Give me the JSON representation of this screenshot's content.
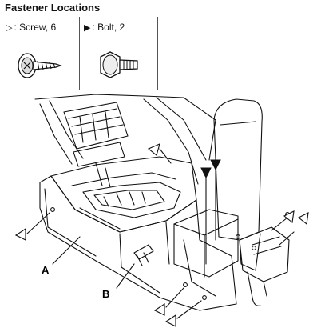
{
  "title": "Fastener Locations",
  "legend": {
    "screw": {
      "glyph": "▷",
      "text": ": Screw, 6",
      "icon": "screw-icon"
    },
    "bolt": {
      "glyph": "▶",
      "text": ": Bolt, 2",
      "icon": "bolt-icon"
    }
  },
  "callouts": {
    "a": "A",
    "b": "B"
  }
}
